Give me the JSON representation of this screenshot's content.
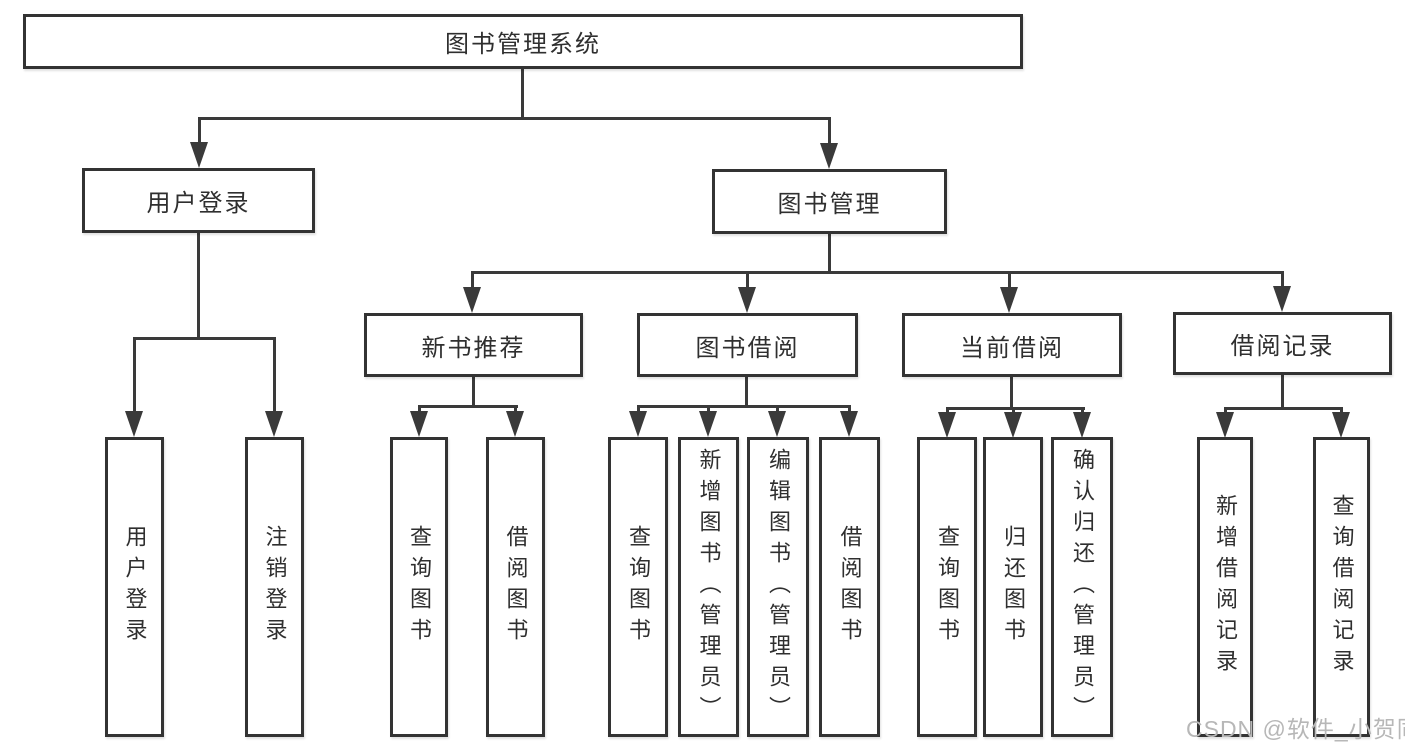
{
  "diagram": {
    "tree": {
      "label": "图书管理系统",
      "children": [
        {
          "label": "用户登录",
          "children": [
            {
              "label": "用户登录"
            },
            {
              "label": "注销登录"
            }
          ]
        },
        {
          "label": "图书管理",
          "children": [
            {
              "label": "新书推荐",
              "children": [
                {
                  "label": "查询图书"
                },
                {
                  "label": "借阅图书"
                }
              ]
            },
            {
              "label": "图书借阅",
              "children": [
                {
                  "label": "查询图书"
                },
                {
                  "label": "新增图书（管理员）"
                },
                {
                  "label": "编辑图书（管理员）"
                },
                {
                  "label": "借阅图书"
                }
              ]
            },
            {
              "label": "当前借阅",
              "children": [
                {
                  "label": "查询图书"
                },
                {
                  "label": "归还图书"
                },
                {
                  "label": "确认归还（管理员）"
                }
              ]
            },
            {
              "label": "借阅记录",
              "children": [
                {
                  "label": "新增借阅记录"
                },
                {
                  "label": "查询借阅记录"
                }
              ]
            }
          ]
        }
      ]
    }
  },
  "watermark": "CSDN @软件_小贺同学",
  "colors": {
    "line": "#3a3a3a",
    "box_border": "#333333",
    "text": "#2f2f2f",
    "watermark": "#b7b7b7",
    "background": "#ffffff"
  }
}
